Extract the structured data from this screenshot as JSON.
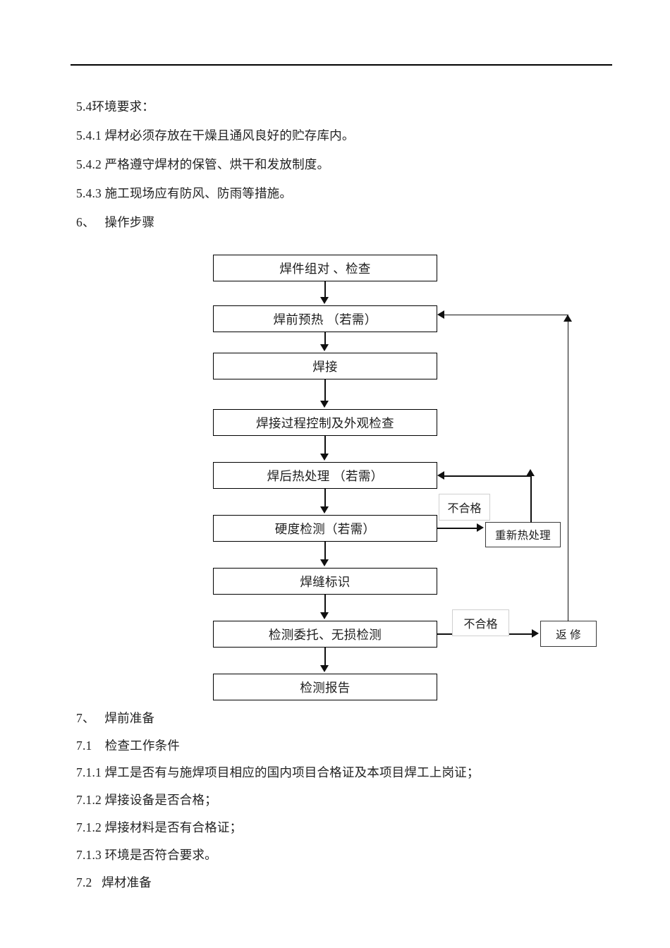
{
  "document": {
    "section_5_4": {
      "heading": "5.4环境要求：",
      "items": [
        "5.4.1 焊材必须存放在干燥且通风良好的贮存库内。",
        "5.4.2 严格遵守焊材的保管、烘干和发放制度。",
        "5.4.3 施工现场应有防风、防雨等措施。"
      ]
    },
    "section_6": {
      "heading": "6、   操作步骤"
    },
    "section_7": {
      "heading": "7、   焊前准备",
      "sub_7_1": "7.1    检查工作条件",
      "items_7_1": [
        "7.1.1 焊工是否有与施焊项目相应的国内项目合格证及本项目焊工上岗证；",
        "7.1.2 焊接设备是否合格；",
        "7.1.2 焊接材料是否有合格证；",
        "7.1.3 环境是否符合要求。"
      ],
      "sub_7_2": "7.2   焊材准备"
    }
  },
  "flowchart": {
    "type": "process-flow",
    "title": "操作步骤",
    "main_nodes": [
      {
        "id": "n1",
        "label": "焊件组对 、检查"
      },
      {
        "id": "n2",
        "label": "焊前预热 （若需）"
      },
      {
        "id": "n3",
        "label": "焊接"
      },
      {
        "id": "n4",
        "label": "焊接过程控制及外观检查"
      },
      {
        "id": "n5",
        "label": "焊后热处理 （若需）"
      },
      {
        "id": "n6",
        "label": "硬度检测（若需）"
      },
      {
        "id": "n7",
        "label": "焊缝标识"
      },
      {
        "id": "n8",
        "label": "检测委托、无损检测"
      },
      {
        "id": "n9",
        "label": "检测报告"
      }
    ],
    "side_nodes": [
      {
        "id": "s1",
        "label": "重新热处理"
      },
      {
        "id": "s2",
        "label": "返 修"
      }
    ],
    "edge_labels": [
      {
        "id": "e1",
        "label": "不合格"
      },
      {
        "id": "e2",
        "label": "不合格"
      }
    ]
  },
  "colors": {
    "ink": "#1a1a1a",
    "line": "#101010",
    "label_border": "#d0d0d0",
    "page_background": "#ffffff"
  }
}
